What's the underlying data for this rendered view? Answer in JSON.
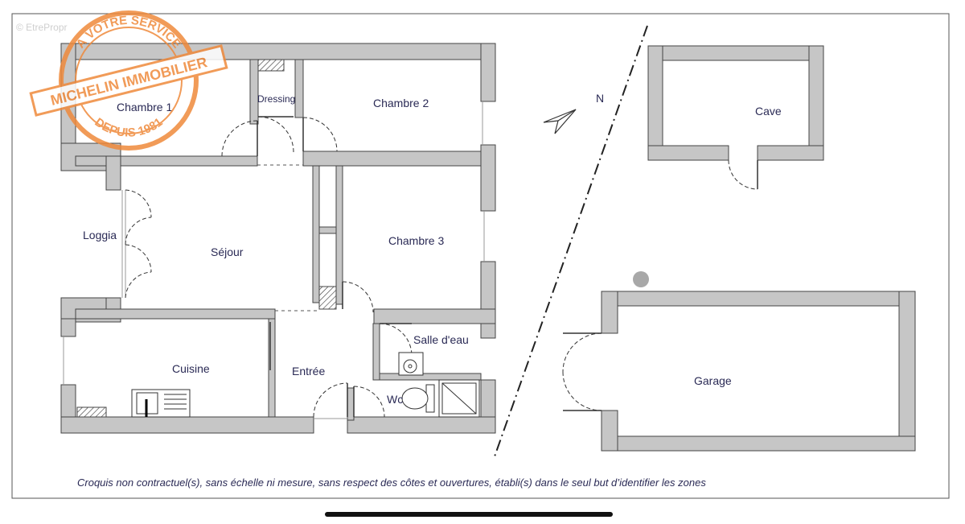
{
  "watermark": "© EtrePropr",
  "stamp": {
    "line1": "À VOTRE SERVICE",
    "line2": "MICHELIN IMMOBILIER",
    "line3": "DEPUIS 1981",
    "color": "#ef8a3c"
  },
  "rooms": {
    "chambre1": "Chambre 1",
    "dressing": "Dressing",
    "chambre2": "Chambre 2",
    "loggia": "Loggia",
    "sejour": "Séjour",
    "chambre3": "Chambre 3",
    "salle_eau": "Salle d'eau",
    "cuisine": "Cuisine",
    "entree": "Entrée",
    "wc": "Wc",
    "cave": "Cave",
    "garage": "Garage"
  },
  "north_label": "N",
  "caption": "Croquis non contractuel(s), sans échelle ni mesure, sans respect des côtes et ouvertures, établi(s) dans le seul but d’identifier les zones",
  "colors": {
    "wall": "#c6c6c6",
    "wall_edge": "#444444",
    "label": "#2a2a55",
    "stamp": "#ef8a3c"
  }
}
